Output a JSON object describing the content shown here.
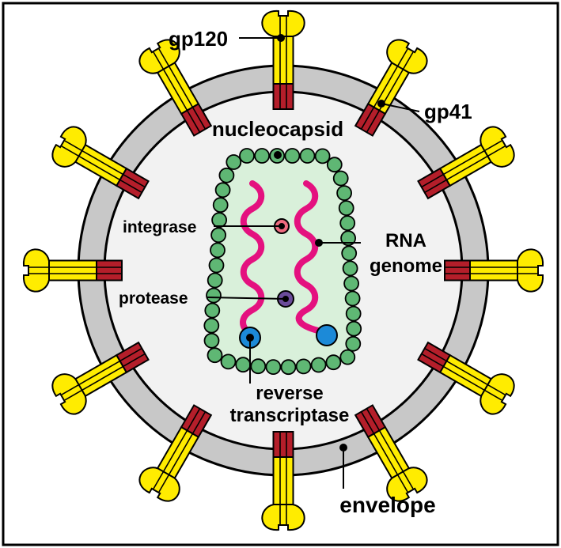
{
  "labels": {
    "gp120": "gp120",
    "gp41": "gp41",
    "nucleocapsid": "nucleocapsid",
    "integrase": "integrase",
    "rna_line1": "RNA",
    "rna_line2": "genome",
    "protease": "protease",
    "rt_line1": "reverse",
    "rt_line2": "transcriptase",
    "envelope": "envelope"
  },
  "colors": {
    "frame": "#000000",
    "background": "#ffffff",
    "envelope_membrane": "#c8c8c8",
    "virion_interior": "#f2f2f2",
    "capsid_fill": "#d9f0da",
    "capsid_bead": "#5fb774",
    "rna_strand": "#e4117f",
    "gp41_stem": "#b41e2a",
    "gp120_knob": "#ffec00",
    "integrase_enzyme": "#ee6b7f",
    "protease_enzyme": "#6b4c9a",
    "reverse_transcriptase_enzyme": "#1c8ad8"
  }
}
